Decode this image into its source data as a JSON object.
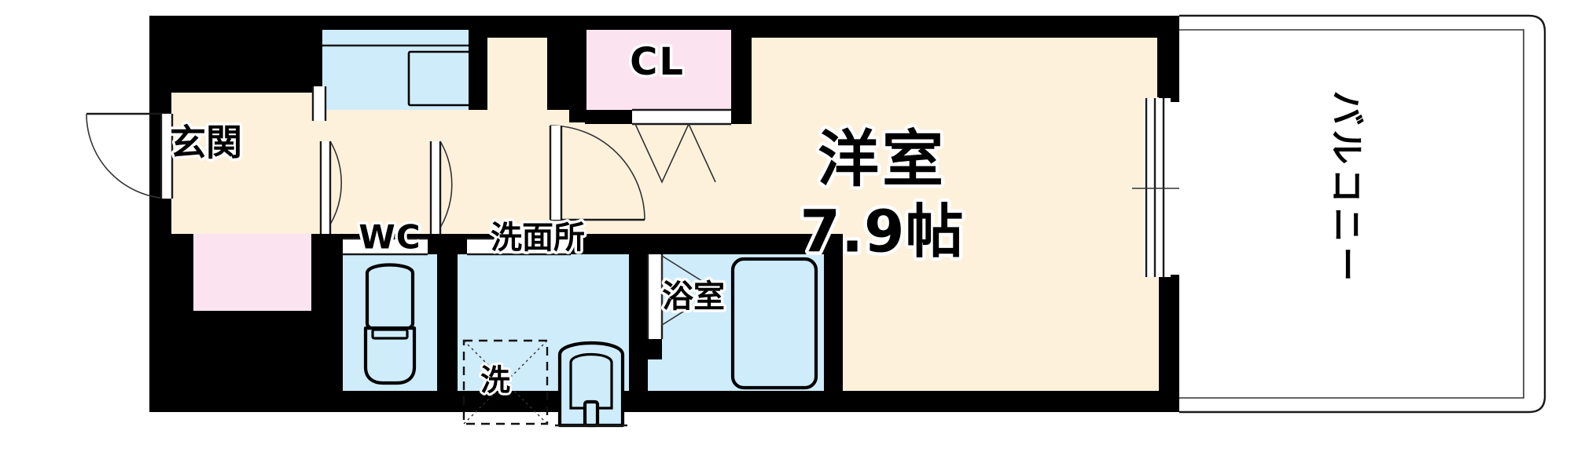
{
  "plan": {
    "title": "Apartment Floor Plan",
    "type": "residential-floor-plan-1R",
    "colors": {
      "wall": "#000000",
      "floor": "#fdf1dc",
      "wet_area": "#cfecfb",
      "closet": "#fbe4ef",
      "outline": "#1a1a1a",
      "background": "#ffffff"
    }
  },
  "rooms": {
    "entrance": {
      "label": "玄関"
    },
    "closet": {
      "label": "CL"
    },
    "toilet": {
      "label": "WC"
    },
    "washroom": {
      "label": "洗面所"
    },
    "washer": {
      "label": "洗"
    },
    "bathroom": {
      "label": "浴室"
    },
    "main_room": {
      "label": "洋室",
      "size": "7.9帖"
    },
    "balcony": {
      "label": "バルコニー"
    }
  },
  "fixtures": {
    "kitchen_sink": "kitchen-counter-icon",
    "toilet_bowl": "toilet-icon",
    "washer_pan": "washing-machine-pan-icon",
    "vanity_sink": "vanity-sink-icon",
    "bathtub": "bathtub-icon",
    "entrance_door": "swing-door-icon",
    "interior_doors": "swing-door-icon",
    "closet_doors": "folding-door-icon",
    "balcony_window": "sliding-window-icon"
  }
}
